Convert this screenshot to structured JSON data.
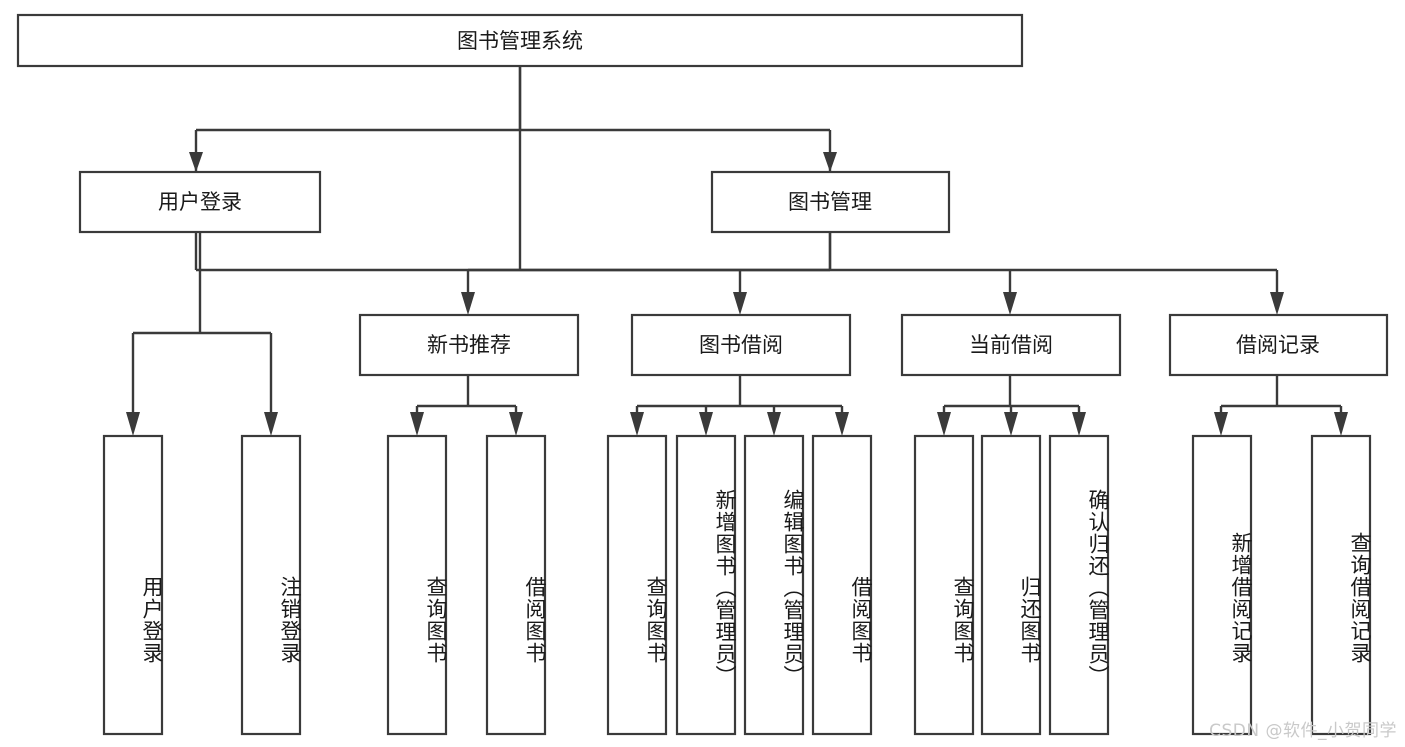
{
  "diagram": {
    "title": "图书管理系统",
    "type": "tree",
    "watermark": "CSDN @软件_小贺同学",
    "colors": {
      "background": "#ffffff",
      "box_stroke": "#3a3a3a",
      "box_fill": "#ffffff",
      "text": "#1a1a1a",
      "watermark": "#c9c9c9"
    },
    "root": {
      "label": "图书管理系统"
    },
    "level2": [
      {
        "label": "用户登录"
      },
      {
        "label": "图书管理"
      }
    ],
    "level3": [
      {
        "label": "新书推荐"
      },
      {
        "label": "图书借阅"
      },
      {
        "label": "当前借阅"
      },
      {
        "label": "借阅记录"
      }
    ],
    "leaves": {
      "user_login": [
        {
          "label": "用户登录"
        },
        {
          "label": "注销登录"
        }
      ],
      "new_book_recommend": [
        {
          "label": "查询图书"
        },
        {
          "label": "借阅图书"
        }
      ],
      "book_borrow": [
        {
          "label": "查询图书"
        },
        {
          "label": "新增图书（管理员）"
        },
        {
          "label": "编辑图书（管理员）"
        },
        {
          "label": "借阅图书"
        }
      ],
      "current_borrow": [
        {
          "label": "查询图书"
        },
        {
          "label": "归还图书"
        },
        {
          "label": "确认归还（管理员）"
        }
      ],
      "borrow_record": [
        {
          "label": "新增借阅记录"
        },
        {
          "label": "查询借阅记录"
        }
      ]
    }
  }
}
